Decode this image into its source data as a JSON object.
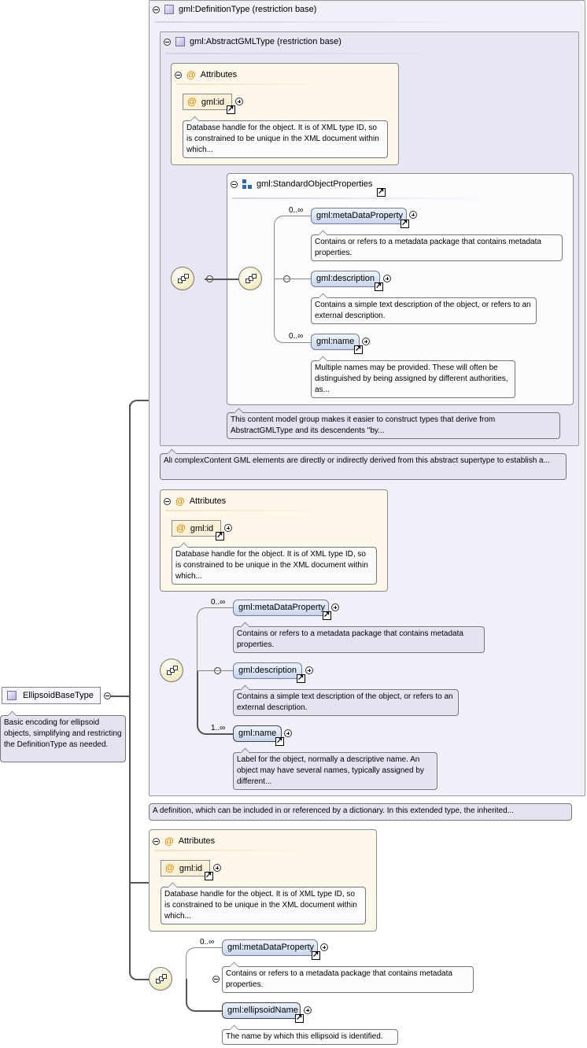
{
  "root": {
    "name": "EllipsoidBaseType",
    "doc": "Basic encoding for ellipsoid objects, simplifying and restricting the DefinitionType as needed."
  },
  "definition": {
    "title": "gml:DefinitionType (restriction base)",
    "doc": "A definition, which can be included in or referenced by a dictionary. In this extended type, the inherited..."
  },
  "abstract_gml": {
    "title": "gml:AbstractGMLType (restriction base)",
    "doc": "All complexContent GML elements are directly or indirectly derived from this abstract supertype to establish a..."
  },
  "attributes_label": "Attributes",
  "gml_id": {
    "name": "gml:id",
    "doc": "Database handle for the object. It is of XML type ID, so is constrained to be unique in the XML document within which..."
  },
  "standard_props": {
    "title": "gml:StandardObjectProperties",
    "doc": "This content model group makes it easier to construct types that derive from AbstractGMLType and its descendents \"by..."
  },
  "elements": {
    "metaDataProperty": {
      "name": "gml:metaDataProperty",
      "card": "0..∞",
      "doc": "Contains or refers to a metadata package that contains metadata properties."
    },
    "description": {
      "name": "gml:description",
      "doc": "Contains a simple text description of the object, or refers to an external description."
    },
    "name_inner": {
      "name": "gml:name",
      "card": "0..∞",
      "doc": "Multiple names may be provided. These will often be distinguished by being assigned by different authorities, as..."
    },
    "name_outer": {
      "name": "gml:name",
      "card": "1..∞",
      "doc": "Label for the object, normally a descriptive name. An object may have several names, typically assigned by different..."
    },
    "ellipsoidName": {
      "name": "gml:ellipsoidName",
      "doc": "The name by which this ellipsoid is identified."
    }
  },
  "colors": {
    "complex_bg": "#f1eff8",
    "attributes_bg": "#fdf8ea",
    "element_fill": "#c7d5ec",
    "doc_purple": "#e6e2f0",
    "attribute_icon": "#e08a00"
  }
}
